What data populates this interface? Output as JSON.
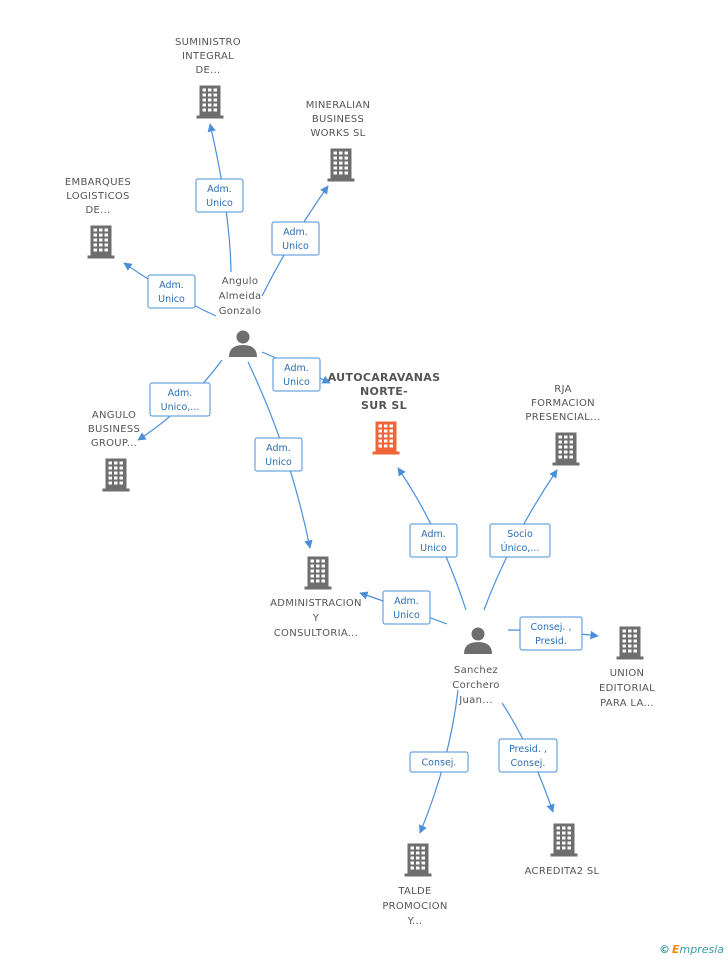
{
  "nodes": [
    {
      "id": "suministro",
      "type": "company",
      "label": [
        "SUMINISTRO",
        "INTEGRAL",
        "DE..."
      ]
    },
    {
      "id": "mineralian",
      "type": "company",
      "label": [
        "MINERALIAN",
        "BUSINESS",
        "WORKS SL"
      ]
    },
    {
      "id": "embarques",
      "type": "company",
      "label": [
        "EMBARQUES",
        "LOGISTICOS",
        "DE..."
      ]
    },
    {
      "id": "angulo_person",
      "type": "person",
      "label": [
        "Angulo",
        "Almeida",
        "Gonzalo"
      ]
    },
    {
      "id": "autocaravanas",
      "type": "company_main",
      "label": [
        "AUTOCARAVANAS",
        "NORTE-",
        "SUR SL"
      ]
    },
    {
      "id": "rja",
      "type": "company",
      "label": [
        "RJA",
        "FORMACION",
        "PRESENCIAL..."
      ]
    },
    {
      "id": "angulo_business",
      "type": "company",
      "label": [
        "ANGULO",
        "BUSINESS",
        "GROUP..."
      ]
    },
    {
      "id": "administracion",
      "type": "company",
      "label": [
        "ADMINISTRACION",
        "Y",
        "CONSULTORIA..."
      ]
    },
    {
      "id": "sanchez",
      "type": "person",
      "label": [
        "Sanchez",
        "Corchero",
        "Juan..."
      ]
    },
    {
      "id": "union",
      "type": "company",
      "label": [
        "UNION",
        "EDITORIAL",
        "PARA LA..."
      ]
    },
    {
      "id": "talde",
      "type": "company",
      "label": [
        "TALDE",
        "PROMOCION",
        "Y..."
      ]
    },
    {
      "id": "acredita2",
      "type": "company",
      "label": [
        "ACREDITA2 SL"
      ]
    }
  ],
  "edges": [
    {
      "id": "e1",
      "from": "angulo_person",
      "to": "suministro",
      "role": [
        "Adm.",
        "Unico"
      ]
    },
    {
      "id": "e2",
      "from": "angulo_person",
      "to": "mineralian",
      "role": [
        "Adm.",
        "Unico"
      ]
    },
    {
      "id": "e3",
      "from": "angulo_person",
      "to": "embarques",
      "role": [
        "Adm.",
        "Unico"
      ]
    },
    {
      "id": "e4",
      "from": "angulo_person",
      "to": "autocaravanas",
      "role": [
        "Adm.",
        "Unico"
      ]
    },
    {
      "id": "e5",
      "from": "angulo_person",
      "to": "angulo_business",
      "role": [
        "Adm.",
        "Unico,..."
      ]
    },
    {
      "id": "e6",
      "from": "angulo_person",
      "to": "administracion",
      "role": [
        "Adm.",
        "Unico"
      ]
    },
    {
      "id": "e7",
      "from": "sanchez",
      "to": "autocaravanas",
      "role": [
        "Adm.",
        "Unico"
      ]
    },
    {
      "id": "e8",
      "from": "sanchez",
      "to": "rja",
      "role": [
        "Socio",
        "Único,..."
      ]
    },
    {
      "id": "e9",
      "from": "sanchez",
      "to": "administracion",
      "role": [
        "Adm.",
        "Unico"
      ]
    },
    {
      "id": "e10",
      "from": "sanchez",
      "to": "union",
      "role": [
        "Consej. ,",
        "Presid."
      ]
    },
    {
      "id": "e11",
      "from": "sanchez",
      "to": "talde",
      "role": [
        "Consej."
      ]
    },
    {
      "id": "e12",
      "from": "sanchez",
      "to": "acredita2",
      "role": [
        "Presid. ,",
        "Consej."
      ]
    }
  ],
  "footer": {
    "copyright": "©",
    "brand_first": "E",
    "brand_rest": "mpresia"
  }
}
